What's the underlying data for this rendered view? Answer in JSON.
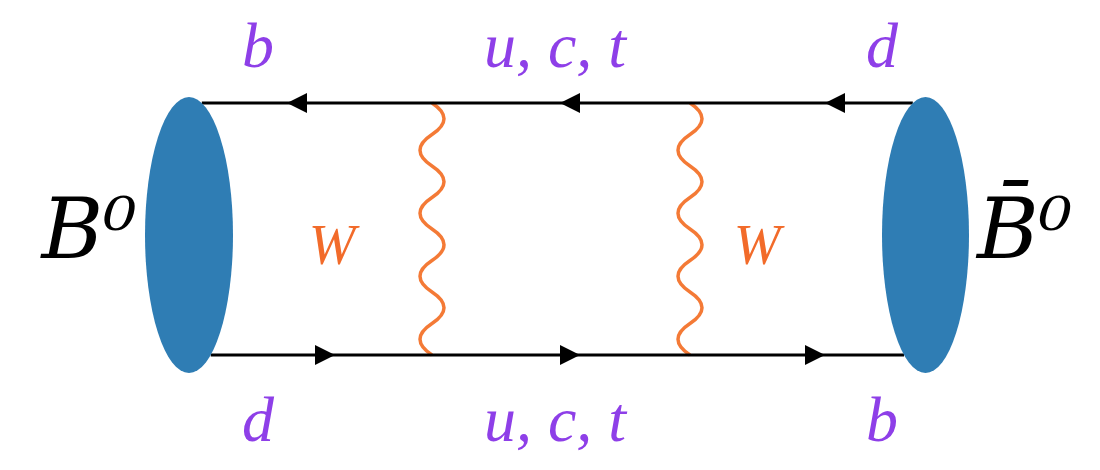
{
  "diagram": {
    "nodes": [
      {
        "text": [
          "B⁰"
        ]
      },
      {
        "text": [
          "B̄⁰"
        ]
      }
    ],
    "edges": [
      {
        "from": 1,
        "to": 0,
        "arrow": "to"
      },
      {
        "from": 0,
        "to": 1,
        "arrow": "to"
      }
    ],
    "labels": [
      "b",
      "u, c, t",
      "d",
      "W",
      "W",
      "d",
      "u, c, t",
      "b"
    ]
  }
}
